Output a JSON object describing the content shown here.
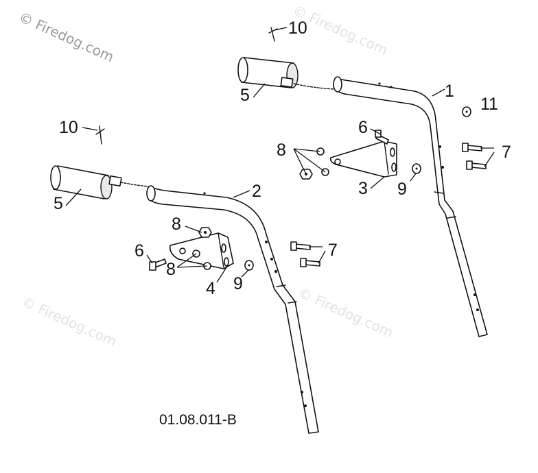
{
  "watermarks": {
    "main": "© Firedog.com",
    "faint": "© Firedog.com"
  },
  "drawing_code": "01.08.011-B",
  "callouts": {
    "c1": "1",
    "c2": "2",
    "c3": "3",
    "c4": "4",
    "c5_upper": "5",
    "c5_lower": "5",
    "c6_upper": "6",
    "c6_lower": "6",
    "c7_upper": "7",
    "c7_lower": "7",
    "c8_upper": "8",
    "c8_lower_a": "8",
    "c8_lower_b": "8",
    "c9_upper": "9",
    "c9_lower": "9",
    "c10_upper": "10",
    "c10_lower": "10",
    "c11": "11"
  },
  "colors": {
    "line": "#111111",
    "watermark": "#9a9a9a",
    "watermark_faint": "#e2e2e2"
  }
}
